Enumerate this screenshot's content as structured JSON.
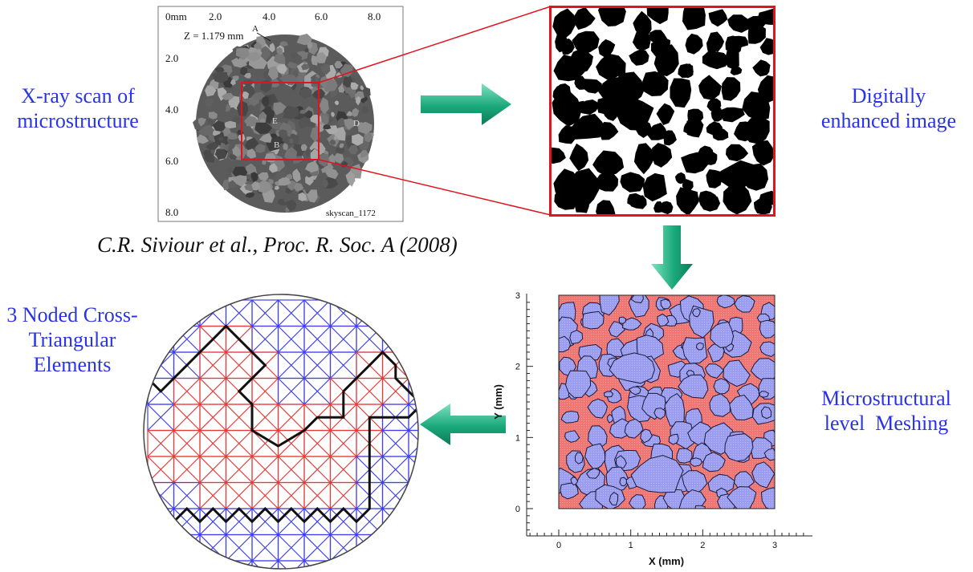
{
  "labels": {
    "xray": [
      "X-ray scan of",
      "microstructure"
    ],
    "enhanced": [
      "Digitally",
      "enhanced image"
    ],
    "meshing": [
      "Microstructural",
      "level  Meshing"
    ],
    "elements": [
      "3 Noded Cross-",
      "Triangular",
      "Elements"
    ]
  },
  "citation": "C.R. Siviour et al., Proc. R. Soc. A (2008)",
  "scan": {
    "top_ticks": [
      "0mm",
      "2.0",
      "4.0",
      "6.0",
      "8.0"
    ],
    "left_ticks": [
      "2.0",
      "4.0",
      "6.0",
      "8.0"
    ],
    "z_label": "Z = 1.179 mm",
    "marker_a": "A",
    "marker_b": "B",
    "marker_e": "E",
    "marker_d": "D",
    "footer": "skyscan_1172"
  },
  "colors": {
    "label_blue": "#2a33e6",
    "highlight_red": "#e0141e",
    "arrow_green": "#1aa97a",
    "grain_blue": "#9a9df0",
    "binder_red": "#ef7672",
    "mesh_blue": "#3f3ff0",
    "mesh_red": "#e63a3a"
  },
  "chart_data": {
    "type": "scatter",
    "title": "",
    "xlabel": "X (mm)",
    "ylabel": "Y (mm)",
    "xlim": [
      -0.4,
      3.5
    ],
    "ylim": [
      -0.3,
      3.0
    ],
    "xticks": [
      "0",
      "1",
      "2",
      "3"
    ],
    "yticks": [
      "0",
      "1",
      "2",
      "3"
    ],
    "grid": false
  }
}
